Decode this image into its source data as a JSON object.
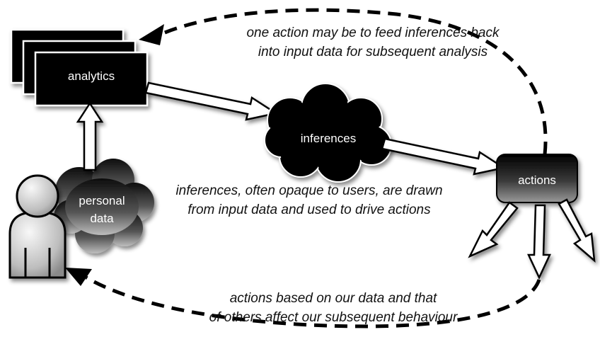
{
  "nodes": {
    "analytics": "analytics",
    "inferences": "inferences",
    "actions": "actions",
    "personal_data_line1": "personal",
    "personal_data_line2": "data"
  },
  "captions": {
    "feedback_line1": "one action may be to feed inferences back",
    "feedback_line2": "into input data for subsequent analysis",
    "inference_line1": "inferences, often opaque to users, are drawn",
    "inference_line2": "from input data and used to drive actions",
    "behaviour_line1": "actions based on our data and that",
    "behaviour_line2": "of others affect our subsequent behaviour"
  },
  "colors": {
    "box_fill": "#000000",
    "outline": "#000000",
    "background": "#ffffff"
  },
  "icons": {
    "user": "user-person-icon"
  }
}
